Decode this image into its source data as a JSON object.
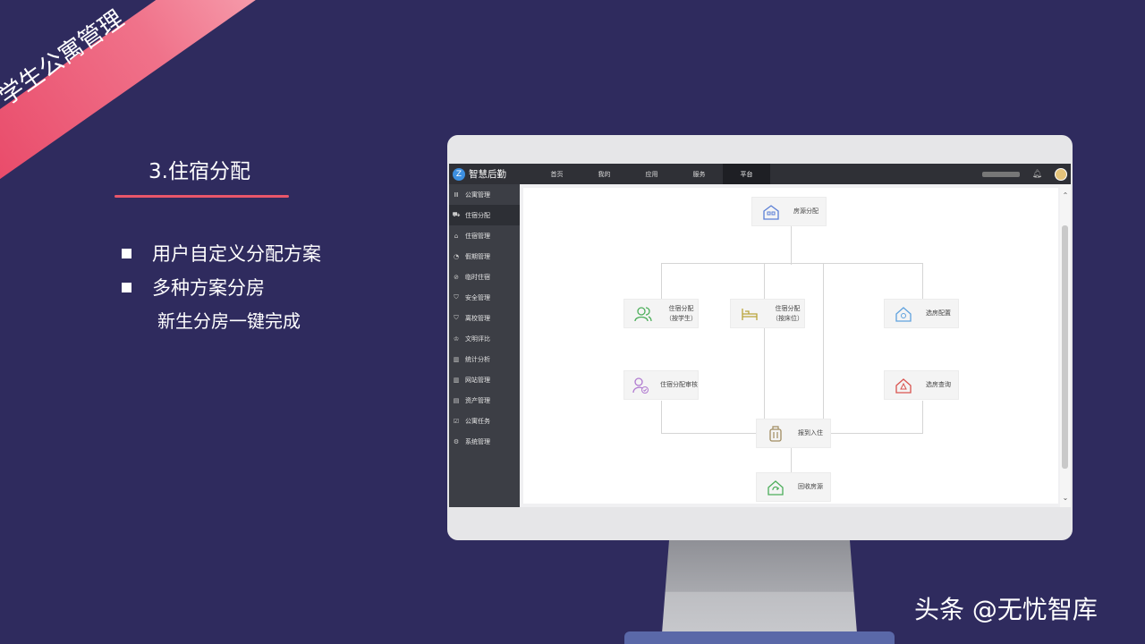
{
  "ribbon": {
    "text": "学生公寓管理"
  },
  "section": {
    "title": "3.住宿分配",
    "bullets": [
      "用户自定义分配方案",
      "多种方案分房"
    ],
    "sub": "新生分房一键完成"
  },
  "app": {
    "logo": "智慧后勤",
    "nav": [
      "首页",
      "我的",
      "应用",
      "服务",
      "平台"
    ],
    "nav_active": "平台",
    "sidebar": [
      {
        "icon": "list-icon",
        "glyph": "Ⅲ",
        "label": "公寓管理"
      },
      {
        "icon": "bed-icon",
        "glyph": "⛟",
        "label": "住宿分配"
      },
      {
        "icon": "home-icon",
        "glyph": "⌂",
        "label": "住宿管理"
      },
      {
        "icon": "clock-icon",
        "glyph": "◔",
        "label": "假期管理"
      },
      {
        "icon": "temp-icon",
        "glyph": "⊘",
        "label": "临时住宿"
      },
      {
        "icon": "shield-icon",
        "glyph": "⛉",
        "label": "安全管理"
      },
      {
        "icon": "leave-icon",
        "glyph": "⛉",
        "label": "离校管理"
      },
      {
        "icon": "medal-icon",
        "glyph": "♔",
        "label": "文明评比"
      },
      {
        "icon": "stats-icon",
        "glyph": "▥",
        "label": "统计分析"
      },
      {
        "icon": "site-icon",
        "glyph": "▥",
        "label": "网站管理"
      },
      {
        "icon": "asset-icon",
        "glyph": "▤",
        "label": "资产管理"
      },
      {
        "icon": "task-icon",
        "glyph": "☑",
        "label": "公寓任务"
      },
      {
        "icon": "gear-icon",
        "glyph": "⚙",
        "label": "系统管理"
      }
    ],
    "sidebar_active": "住宿分配",
    "flow": {
      "room_alloc": "房源分配",
      "by_student_1": "住宿分配",
      "by_student_2": "（按学生）",
      "by_bed_1": "住宿分配",
      "by_bed_2": "（按床位）",
      "select_config": "选房配置",
      "review": "住宿分配审核",
      "select_query": "选房查询",
      "checkin": "报到入住",
      "recycle": "回收房源"
    }
  },
  "watermark": "头条 @无忧智库",
  "colors": {
    "background": "#2f2b5e",
    "accent": "#e8566a"
  }
}
